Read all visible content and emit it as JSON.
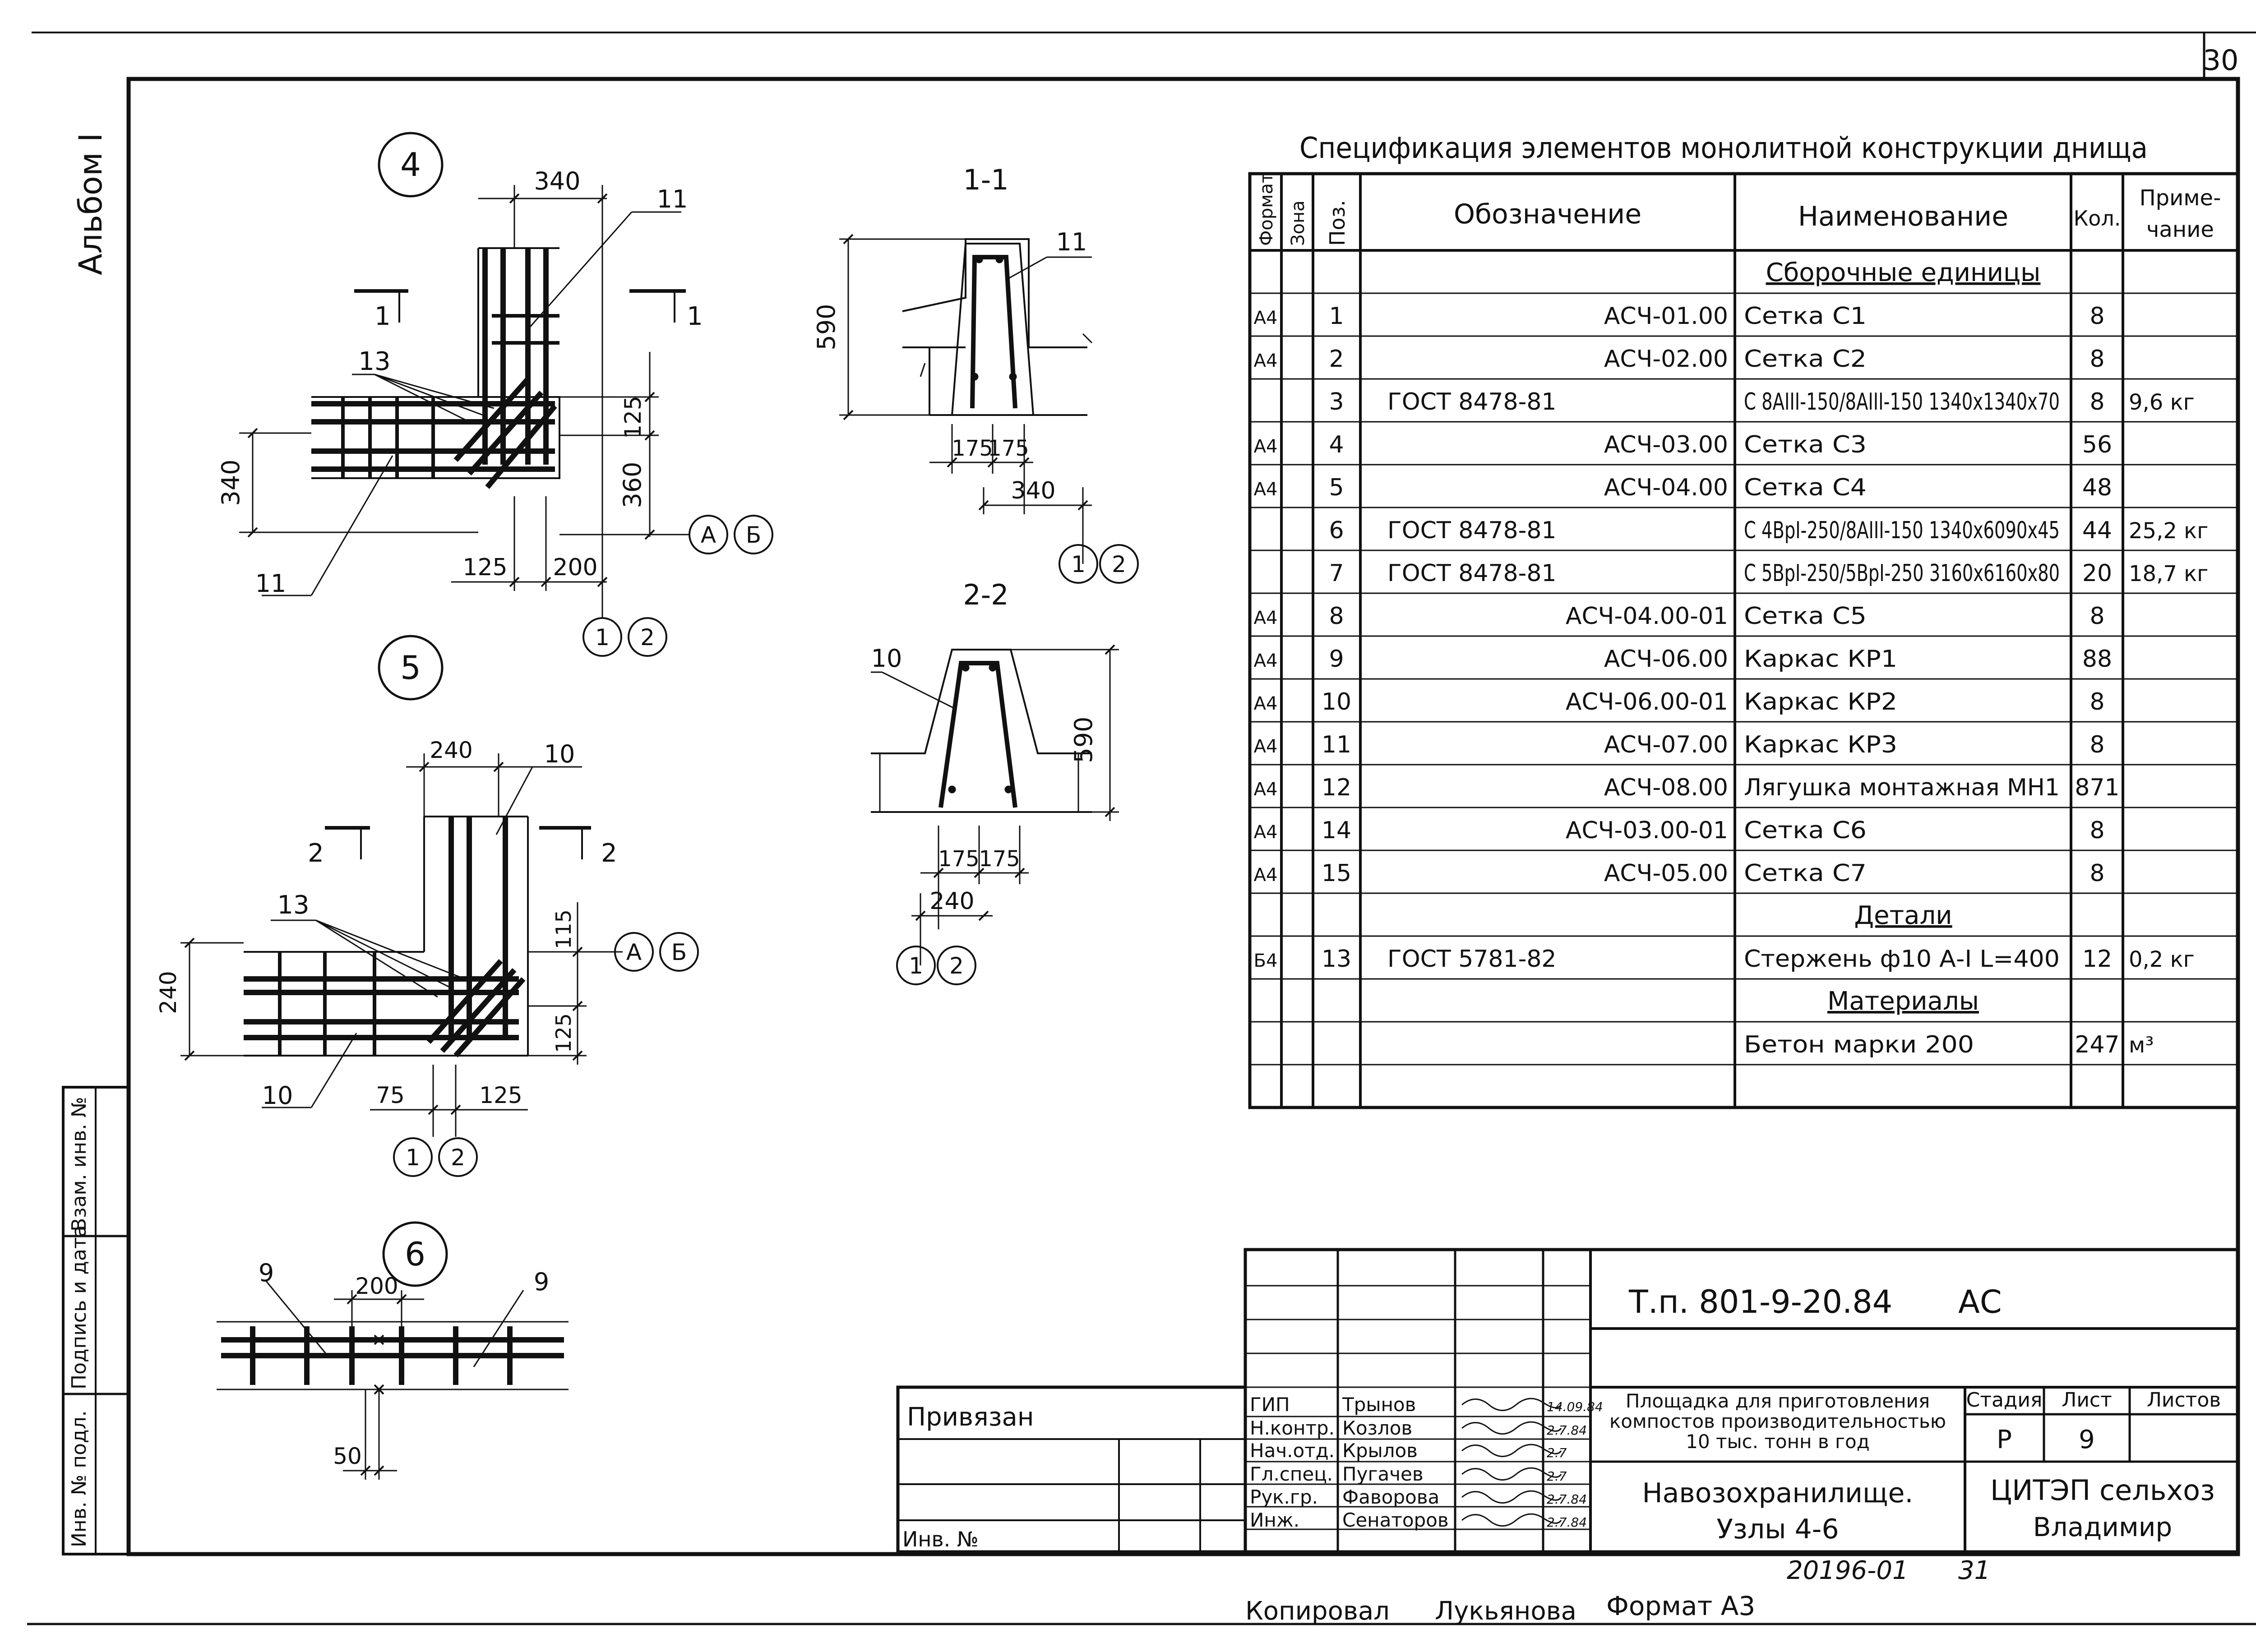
{
  "sheet": {
    "page_number": "30",
    "album": "Альбом I",
    "copied": "Копировал",
    "copied_by": "Лукьянова",
    "format": "Формат А3",
    "bottom_number": "20196-01",
    "bottom_page": "31"
  },
  "left_stamps": [
    "Инв. № подл.",
    "Подпись и дата",
    "Взам. инв. №"
  ],
  "nodes": {
    "node4": {
      "id": "4",
      "dims": {
        "top": "340",
        "left": "340",
        "r1": "125",
        "r2": "360",
        "b1": "125",
        "b2": "200"
      },
      "labels": {
        "pos11a": "11",
        "pos11b": "11",
        "pos13": "13",
        "cut_l": "1",
        "cut_r": "1"
      },
      "axes": [
        "А",
        "Б",
        "1",
        "2"
      ]
    },
    "node5": {
      "id": "5",
      "dims": {
        "top": "240",
        "left": "240",
        "r1": "115",
        "r2": "125",
        "b1": "75",
        "b2": "125"
      },
      "labels": {
        "pos10a": "10",
        "pos10b": "10",
        "pos13": "13",
        "cut_l": "2",
        "cut_r": "2"
      },
      "axes": [
        "А",
        "Б",
        "1",
        "2"
      ]
    },
    "node6": {
      "id": "6",
      "dims": {
        "top": "200",
        "bottom": "50"
      },
      "labels": {
        "pos9a": "9",
        "pos9b": "9"
      }
    },
    "section11": {
      "title": "1-1",
      "dims": {
        "h": "590",
        "w1": "175",
        "w2": "175",
        "w": "340"
      },
      "labels": {
        "pos": "11"
      },
      "axes": [
        "1",
        "2"
      ]
    },
    "section22": {
      "title": "2-2",
      "dims": {
        "h": "590",
        "w1": "175",
        "w2": "175",
        "w": "240"
      },
      "labels": {
        "pos": "10"
      },
      "axes": [
        "1",
        "2"
      ]
    }
  },
  "spec": {
    "title": "Спецификация элементов монолитной конструкции днища",
    "headers": {
      "format": "Формат",
      "zone": "Зона",
      "pos": "Поз.",
      "designation": "Обозначение",
      "name": "Наименование",
      "qty": "Кол.",
      "note_1": "Приме-",
      "note_2": "чание"
    },
    "rows": [
      {
        "format": "",
        "pos": "",
        "designation": "",
        "name": "Сборочные единицы",
        "qty": "",
        "note": ""
      },
      {
        "format": "А4",
        "pos": "1",
        "designation": "АСЧ-01.00",
        "name": "Сетка С1",
        "qty": "8",
        "note": ""
      },
      {
        "format": "А4",
        "pos": "2",
        "designation": "АСЧ-02.00",
        "name": "Сетка С2",
        "qty": "8",
        "note": ""
      },
      {
        "format": "",
        "pos": "3",
        "designation": "ГОСТ 8478-81",
        "name": "С 8АIII-150/8АIII-150 1340х1340х70",
        "qty": "8",
        "note": "9,6 кг"
      },
      {
        "format": "А4",
        "pos": "4",
        "designation": "АСЧ-03.00",
        "name": "Сетка С3",
        "qty": "56",
        "note": ""
      },
      {
        "format": "А4",
        "pos": "5",
        "designation": "АСЧ-04.00",
        "name": "Сетка С4",
        "qty": "48",
        "note": ""
      },
      {
        "format": "",
        "pos": "6",
        "designation": "ГОСТ 8478-81",
        "name": "С 4ВрI-250/8АIII-150 1340х6090х45",
        "qty": "44",
        "note": "25,2 кг"
      },
      {
        "format": "",
        "pos": "7",
        "designation": "ГОСТ 8478-81",
        "name": "С 5ВрI-250/5ВрI-250 3160х6160х80",
        "qty": "20",
        "note": "18,7 кг"
      },
      {
        "format": "А4",
        "pos": "8",
        "designation": "АСЧ-04.00-01",
        "name": "Сетка С5",
        "qty": "8",
        "note": ""
      },
      {
        "format": "А4",
        "pos": "9",
        "designation": "АСЧ-06.00",
        "name": "Каркас КР1",
        "qty": "88",
        "note": ""
      },
      {
        "format": "А4",
        "pos": "10",
        "designation": "АСЧ-06.00-01",
        "name": "Каркас КР2",
        "qty": "8",
        "note": ""
      },
      {
        "format": "А4",
        "pos": "11",
        "designation": "АСЧ-07.00",
        "name": "Каркас КР3",
        "qty": "8",
        "note": ""
      },
      {
        "format": "А4",
        "pos": "12",
        "designation": "АСЧ-08.00",
        "name": "Лягушка монтажная МН1",
        "qty": "871",
        "note": ""
      },
      {
        "format": "А4",
        "pos": "14",
        "designation": "АСЧ-03.00-01",
        "name": "Сетка С6",
        "qty": "8",
        "note": ""
      },
      {
        "format": "А4",
        "pos": "15",
        "designation": "АСЧ-05.00",
        "name": "Сетка С7",
        "qty": "8",
        "note": ""
      },
      {
        "format": "",
        "pos": "",
        "designation": "",
        "name": "Детали",
        "qty": "",
        "note": ""
      },
      {
        "format": "Б4",
        "pos": "13",
        "designation": "ГОСТ 5781-82",
        "name": "Стержень ф10 А-I L=400",
        "qty": "12",
        "note": "0,2 кг"
      },
      {
        "format": "",
        "pos": "",
        "designation": "",
        "name": "Материалы",
        "qty": "",
        "note": ""
      },
      {
        "format": "",
        "pos": "",
        "designation": "",
        "name": "Бетон марки 200",
        "qty": "247",
        "note": "м³"
      }
    ]
  },
  "title_block": {
    "code": "Т.п. 801-9-20.84",
    "mark": "АС",
    "linked": "Привязан",
    "inv": "Инв. №",
    "staff": [
      {
        "role": "ГИП",
        "name": "Трынов",
        "date": "14.09.84"
      },
      {
        "role": "Н.контр.",
        "name": "Козлов",
        "date": "2.7.84"
      },
      {
        "role": "Нач.отд.",
        "name": "Крылов",
        "date": "2.7"
      },
      {
        "role": "Гл.спец.",
        "name": "Пугачев",
        "date": "2.7"
      },
      {
        "role": "Рук.гр.",
        "name": "Фаворова",
        "date": "2.7.84"
      },
      {
        "role": "Инж.",
        "name": "Сенаторов",
        "date": "2.7.84"
      }
    ],
    "project_1": "Площадка для приготовления",
    "project_2": "компостов производительностью",
    "project_3": "10 тыс. тонн в год",
    "object_1": "Навозохранилище.",
    "object_2": "Узлы 4-6",
    "stage_label": "Стадия",
    "sheet_label": "Лист",
    "sheets_label": "Листов",
    "stage": "Р",
    "sheet": "9",
    "sheets": "",
    "org_1": "ЦИТЭП сельхоз",
    "org_2": "Владимир"
  }
}
